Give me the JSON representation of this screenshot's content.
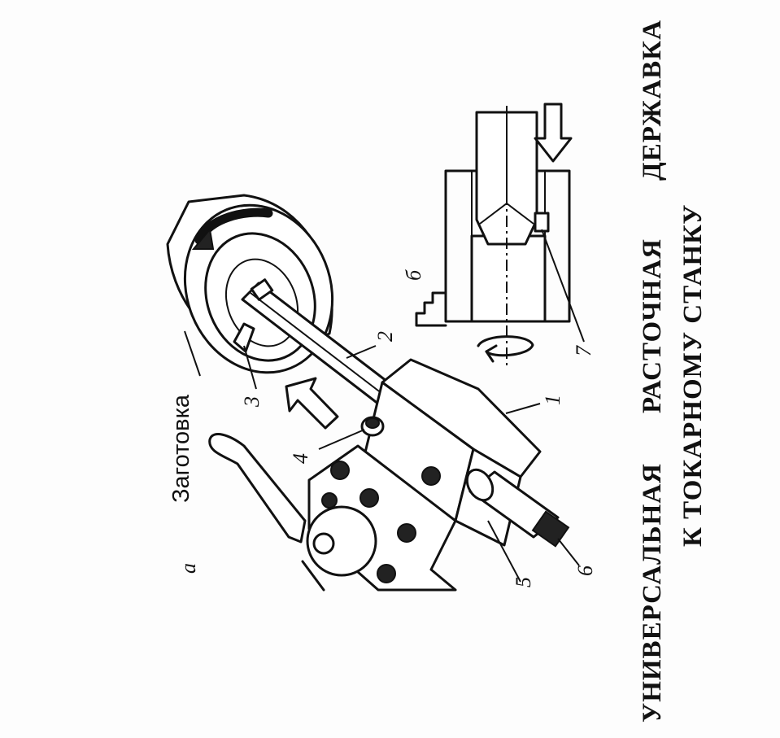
{
  "panel_a": {
    "label": "а"
  },
  "panel_b": {
    "label": "б"
  },
  "workpiece_label": "Заготовка",
  "callouts": {
    "n1": "1",
    "n2": "2",
    "n3": "3",
    "n4": "4",
    "n5": "5",
    "n6": "6",
    "n7": "7"
  },
  "caption": {
    "line1_words": [
      "УНИВЕРСАЛЬНАЯ",
      "РАСТОЧНАЯ",
      "ДЕРЖАВКА"
    ],
    "line2": "К ТОКАРНОМУ СТАНКУ"
  }
}
